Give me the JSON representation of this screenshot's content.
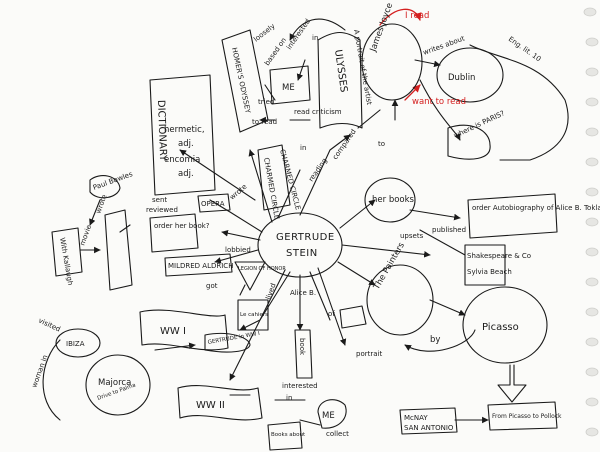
{
  "center": {
    "line1": "GERTRUDE",
    "line2": "STEIN"
  },
  "labels": {
    "dictionary": "DICTIONARY",
    "hermetic": "hermetic,",
    "hermetic_pos": "adj.",
    "encomia": "encomia",
    "encomia_pos": "adj.",
    "homers_odyssey": "HOMER'S ODYSSEY",
    "loosely": "loosely",
    "based_on": "based on",
    "interested": "interested",
    "in": "in",
    "me_top": "ME",
    "tried": "tried",
    "to_read": "to read",
    "read_criticism": "read criticism",
    "ulysses": "ULYSSES",
    "a_portrait": "A portrait of the artist",
    "james_joyce": "James Joyce",
    "i_read": "I read",
    "want_to_read": "want to read",
    "writes_about": "writes about",
    "dublin": "Dublin",
    "english_lit": "Eng. lit. 10",
    "where_is_paris": "where is PARIS?",
    "to": "to",
    "compared": "compared",
    "charmed_circle": "CHARMED CIRCLE",
    "charmed_circle_small": "CHARMED CIRCLE",
    "in_circle": "in",
    "reading": "reading",
    "paul_bowles": "Paul Bowles",
    "sent": "sent",
    "reviewed": "reviewed",
    "opera": "OPERA",
    "wrote": "wrote",
    "order_her_book": "order her book?",
    "lobbied": "lobbied",
    "mildred_aldrich": "MILDRED ALDRICH",
    "legion_of_honor": "LEGION OF HONOR",
    "got": "got",
    "with_kallaugh": "With Kallaugh",
    "movie": "movie",
    "wrote_small": "wrote",
    "her_books": "her books",
    "upsets": "upsets",
    "published": "published",
    "order_autobiography": "order Autobiography of Alice B. Toklas",
    "shakespeare": "Shakespeare & Co",
    "sylvia_beach": "Sylvia Beach",
    "the_painters": "The Painters",
    "picasso": "Picasso",
    "by": "by",
    "portrait": "portrait",
    "of": "of",
    "ww1": "WW I",
    "gertrude_ww1": "GERTRUDE in WW I",
    "lived": "lived",
    "alice_b": "Alice B.",
    "le_cahiers": "Le cahiers",
    "book_small": "book",
    "visited": "visited",
    "ibiza": "IBIZA",
    "majorca": "Majorca",
    "drive_to_palma": "Drive to Palma",
    "woman_in": "woman in",
    "ww2": "WW II",
    "interested_2": "interested",
    "in_2": "in",
    "me_2": "ME",
    "books_about": "Books about",
    "collect": "collect",
    "mcnay": "McNAY",
    "san_antonio": "SAN ANTONIO",
    "picasso_pollock": "From Picasso to Pollock"
  }
}
